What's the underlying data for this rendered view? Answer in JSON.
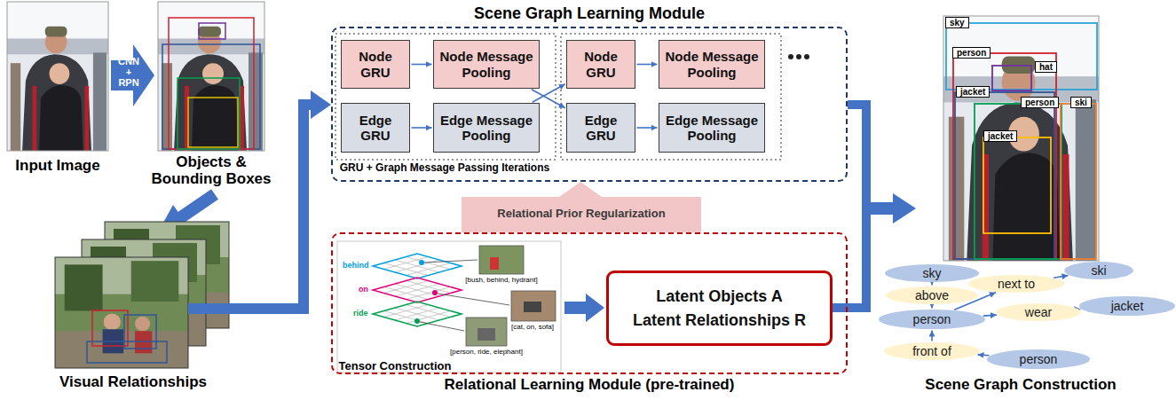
{
  "diagram": {
    "nodes": [
      {
        "text": [
          "Scene Graph Learning Module"
        ]
      },
      {
        "text": [
          "Node GRU"
        ],
        "in": 0
      },
      {
        "text": [
          "Node Message Pooling"
        ],
        "in": 0
      },
      {
        "text": [
          "Edge GRU"
        ],
        "in": 0
      },
      {
        "text": [
          "Edge Message Pooling"
        ],
        "in": 0
      },
      {
        "text": [
          "Node GRU"
        ],
        "in": 0
      },
      {
        "text": [
          "Node Message Pooling"
        ],
        "in": 0
      },
      {
        "text": [
          "Edge GRU"
        ],
        "in": 0
      },
      {
        "text": [
          "Edge Message Pooling"
        ],
        "in": 0
      },
      {
        "text": [
          "Relational Learning Module (pre-trained)"
        ]
      },
      {
        "text": [
          "Latent Objects A",
          "Latent Relationships R"
        ],
        "in": 9
      },
      {
        "text": [
          "sky"
        ]
      },
      {
        "text": [
          "ski"
        ]
      },
      {
        "text": [
          "above"
        ]
      },
      {
        "text": [
          "next to"
        ]
      },
      {
        "text": [
          "person"
        ]
      },
      {
        "text": [
          "wear"
        ]
      },
      {
        "text": [
          "jacket"
        ]
      },
      {
        "text": [
          "front of"
        ]
      },
      {
        "text": [
          "person"
        ]
      }
    ],
    "edges": [
      {
        "from": 1,
        "to": 2,
        "arrow": "to"
      },
      {
        "from": 3,
        "to": 4,
        "arrow": "to"
      },
      {
        "from": 2,
        "to": 7,
        "arrow": "to"
      },
      {
        "from": 4,
        "to": 5,
        "arrow": "to"
      },
      {
        "from": 5,
        "to": 6,
        "arrow": "to"
      },
      {
        "from": 7,
        "to": 8,
        "arrow": "to"
      },
      {
        "from": 11,
        "to": 13,
        "arrow": "to"
      },
      {
        "from": 13,
        "to": 15,
        "arrow": "to"
      },
      {
        "from": 15,
        "to": 14,
        "arrow": "to"
      },
      {
        "from": 14,
        "to": 12,
        "arrow": "to"
      },
      {
        "from": 15,
        "to": 16,
        "arrow": "to"
      },
      {
        "from": 16,
        "to": 17,
        "arrow": "to"
      },
      {
        "from": 19,
        "to": 18,
        "arrow": "to"
      },
      {
        "from": 18,
        "to": 15,
        "arrow": "to"
      }
    ],
    "labels": [
      "Input Image",
      "CNN + RPN",
      "Objects & Bounding Boxes",
      "Visual Relationships",
      "GRU + Graph Message Passing Iterations",
      "Relational Prior Regularization",
      "behind",
      "on",
      "ride",
      "[bush, behind, hydrant]",
      "[cat, on, sofa]",
      "[person, ride, elephant]",
      "Tensor Construction",
      "sky",
      "person",
      "hat",
      "jacket",
      "person",
      "ski",
      "jacket",
      "Scene Graph Construction"
    ]
  }
}
